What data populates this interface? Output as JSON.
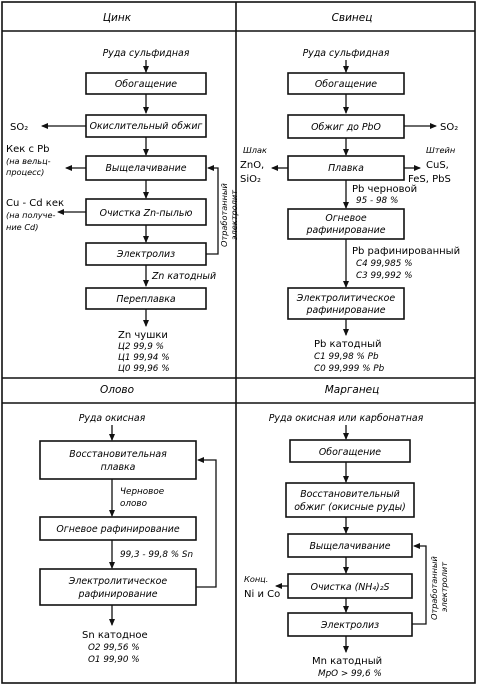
{
  "sections": {
    "zinc": {
      "title": "Цинк",
      "ore": "Руда сульфидная",
      "steps": [
        "Обогащение",
        "Окислительный обжиг",
        "Выщелачивание",
        "Очистка Zn-пылью",
        "Электролиз",
        "Переплавка"
      ],
      "so2": "SO₂",
      "cake_pb": [
        "Кек с Pb",
        "(на вельц-",
        "процесс)"
      ],
      "cake_cucd": [
        "Cu - Cd кек",
        "(на получе-",
        "ние Cd)"
      ],
      "spent": [
        "Отработанный",
        "электролит"
      ],
      "zn_cathode": "Zn катодный",
      "product": [
        "Zn чушки",
        "Ц2  99,9 %",
        "Ц1  99,94 %",
        "Ц0  99,96 %"
      ]
    },
    "lead": {
      "title": "Свинец",
      "ore": "Руда сульфидная",
      "steps": [
        "Обогащение",
        "Обжиг до PbO",
        "Плавка",
        "Огневое|рафинирование",
        "Электролитическое|рафинирование"
      ],
      "so2": "SO₂",
      "slag": [
        "Шлак",
        "ZnO,",
        "SiO₂"
      ],
      "matte": [
        "Штейн",
        "CuS,",
        "FeS, PbS"
      ],
      "crude": [
        "Pb черновой",
        "95 - 98 %"
      ],
      "refined": [
        "Pb рафинированный",
        "С4  99,985 %",
        "С3  99,992 %"
      ],
      "product": [
        "Pb катодный",
        "С1  99,98 % Pb",
        "С0  99,999 % Pb"
      ]
    },
    "tin": {
      "title": "Олово",
      "ore": "Руда окисная",
      "steps": [
        "Восстановительная|плавка",
        "Огневое рафинирование",
        "Электролитическое|рафинирование"
      ],
      "crude": [
        "Черновое",
        "олово"
      ],
      "refined": "99,3 - 99,8 % Sn",
      "product": [
        "Sn катодное",
        "О2  99,56 %",
        "О1  99,90 %"
      ]
    },
    "manganese": {
      "title": "Марганец",
      "ore": "Руда окисная или карбонатная",
      "steps": [
        "Обогащение",
        "Восстановительный|обжиг (окисные руды)",
        "Выщелачивание",
        "Очистка (NH₄)₂S",
        "Электролиз"
      ],
      "conc": [
        "Конц.",
        "Ni и Co"
      ],
      "spent": [
        "Отработанный",
        "электролит"
      ],
      "product": [
        "Mn катодный",
        "МрО > 99,6 %"
      ]
    }
  }
}
